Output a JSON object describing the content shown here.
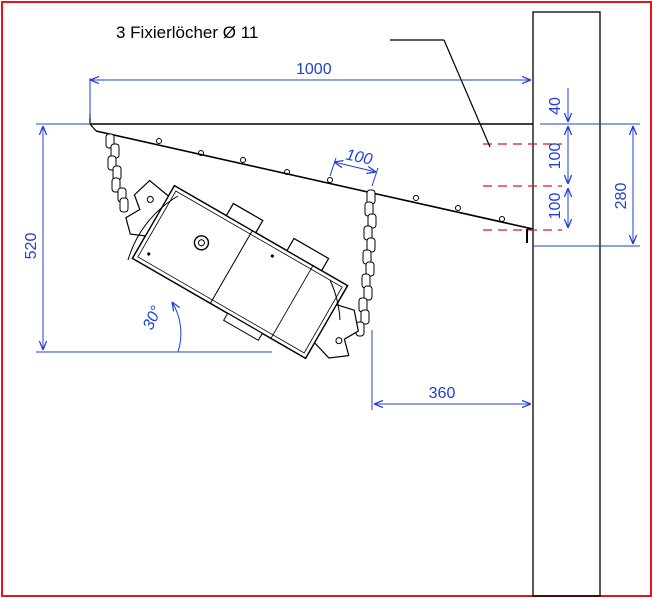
{
  "colors": {
    "frame": "#e8141c",
    "dimension": "#1f3fd6",
    "drawing": "#000000",
    "hole_marker": "#e8141c"
  },
  "title_note": "3 Fixierlöcher Ø 11",
  "dimensions": {
    "width_top": "1000",
    "offset_top": "40",
    "hole_spacing_1": "100",
    "hole_spacing_2": "100",
    "total_height": "280",
    "left_height": "520",
    "bracket_spacing": "100",
    "wall_distance": "360",
    "angle": "30°"
  }
}
